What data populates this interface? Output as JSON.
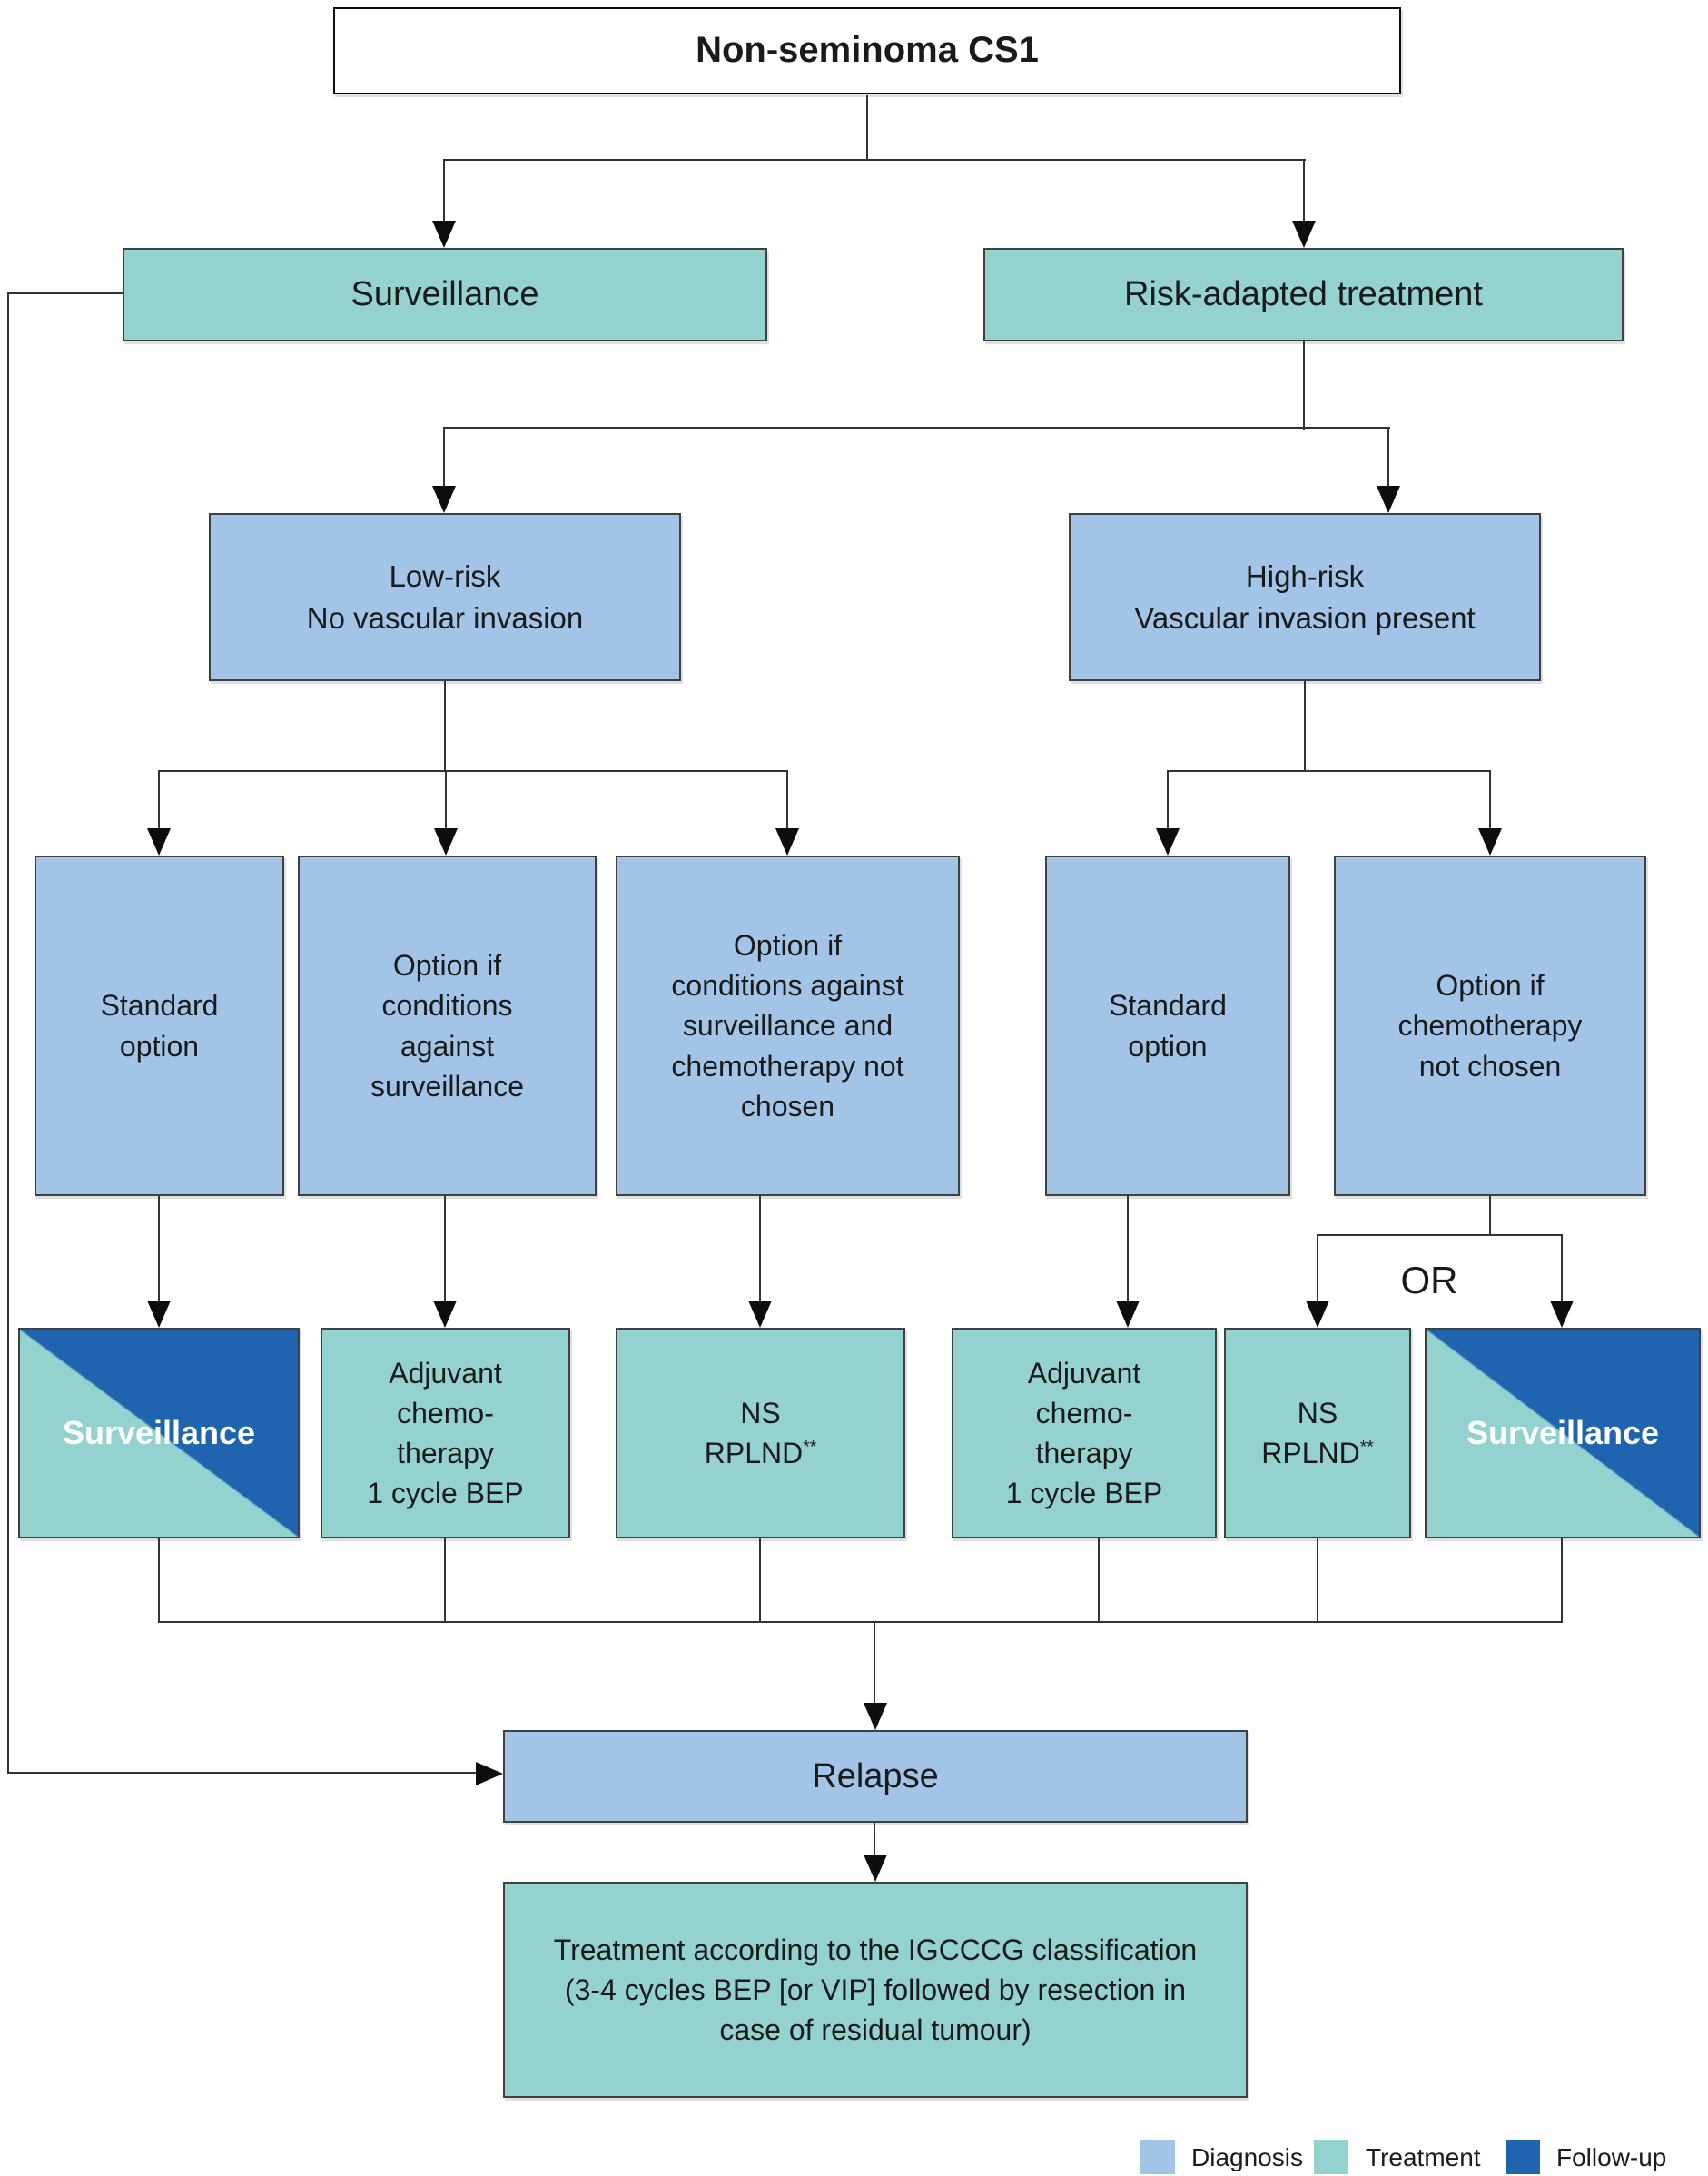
{
  "header": {
    "title": "Non-seminoma CS1"
  },
  "colors": {
    "diagnosis": "#a1c4e7",
    "treatment": "#94d2d0",
    "follow_up": "#1f64af"
  },
  "nodes": {
    "surveillance": {
      "label": "Surveillance"
    },
    "risk_adapted": {
      "label": "Risk-adapted treatment"
    },
    "low_risk": {
      "label": "Low-risk\nNo vascular invasion"
    },
    "high_risk": {
      "label": "High-risk\nVascular invasion present"
    },
    "low_standard": {
      "label": "Standard\noption"
    },
    "low_opt_surveillance": {
      "label": "Option if\nconditions\nagainst\nsurveillance"
    },
    "low_opt_surv_chemo": {
      "label": "Option if\nconditions against\nsurveillance and\nchemotherapy not\nchosen"
    },
    "high_standard": {
      "label": "Standard\noption"
    },
    "high_opt_chemo": {
      "label": "Option if\nchemotherapy\nnot chosen"
    },
    "surveillance_low": {
      "label": "Surveillance"
    },
    "adjuvant_low": {
      "label": "Adjuvant\nchemo-\ntherapy\n1 cycle BEP"
    },
    "ns_rplnd_low": {
      "line1": "NS",
      "line2": "RPLND",
      "footnote_marker": "**"
    },
    "adjuvant_high": {
      "label": "Adjuvant\nchemo-\ntherapy\n1 cycle BEP"
    },
    "ns_rplnd_high": {
      "line1": "NS",
      "line2": "RPLND",
      "footnote_marker": "**"
    },
    "surveillance_high": {
      "label": "Surveillance"
    },
    "relapse": {
      "label": "Relapse"
    },
    "igcccg_treatment": {
      "label": "Treatment according to the IGCCCG classification (3-4 cycles BEP [or VIP] followed by resection in case of residual tumour)"
    }
  },
  "connector_labels": {
    "or": "OR"
  },
  "legend": {
    "items": [
      {
        "label": "Diagnosis",
        "color": "#a1c4e7"
      },
      {
        "label": "Treatment",
        "color": "#94d2d0"
      },
      {
        "label": "Follow-up",
        "color": "#1f64af"
      }
    ]
  },
  "edges": [
    {
      "from": "non_seminoma_cs1",
      "to": "surveillance"
    },
    {
      "from": "non_seminoma_cs1",
      "to": "risk_adapted"
    },
    {
      "from": "risk_adapted",
      "to": "low_risk"
    },
    {
      "from": "risk_adapted",
      "to": "high_risk"
    },
    {
      "from": "low_risk",
      "to": "low_standard"
    },
    {
      "from": "low_risk",
      "to": "low_opt_surveillance"
    },
    {
      "from": "low_risk",
      "to": "low_opt_surv_chemo"
    },
    {
      "from": "high_risk",
      "to": "high_standard"
    },
    {
      "from": "high_risk",
      "to": "high_opt_chemo"
    },
    {
      "from": "low_standard",
      "to": "surveillance_low"
    },
    {
      "from": "low_opt_surveillance",
      "to": "adjuvant_low"
    },
    {
      "from": "low_opt_surv_chemo",
      "to": "ns_rplnd_low"
    },
    {
      "from": "high_standard",
      "to": "adjuvant_high"
    },
    {
      "from": "high_opt_chemo",
      "to": "ns_rplnd_high",
      "label": "OR"
    },
    {
      "from": "high_opt_chemo",
      "to": "surveillance_high",
      "label": "OR"
    },
    {
      "from": "surveillance_low",
      "to": "relapse"
    },
    {
      "from": "adjuvant_low",
      "to": "relapse"
    },
    {
      "from": "ns_rplnd_low",
      "to": "relapse"
    },
    {
      "from": "adjuvant_high",
      "to": "relapse"
    },
    {
      "from": "ns_rplnd_high",
      "to": "relapse"
    },
    {
      "from": "surveillance_high",
      "to": "relapse"
    },
    {
      "from": "surveillance",
      "to": "relapse"
    },
    {
      "from": "relapse",
      "to": "igcccg_treatment"
    }
  ]
}
